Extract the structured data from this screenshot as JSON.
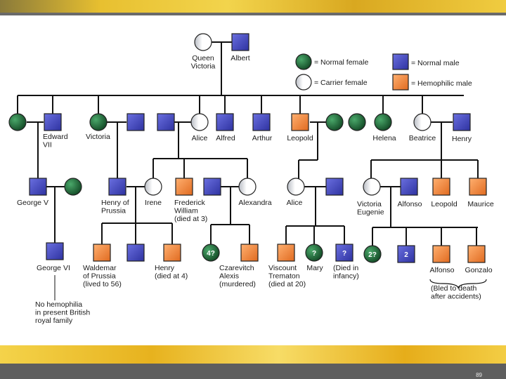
{
  "legend": {
    "normal_female": "= Normal female",
    "carrier_female": "= Carrier female",
    "normal_male": "= Normal male",
    "hemophilic_male": "= Hemophilic male"
  },
  "people": {
    "queen_victoria": "Queen\nVictoria",
    "albert": "Albert",
    "edward_vii": "Edward\nVII",
    "victoria": "Victoria",
    "alice": "Alice",
    "alfred": "Alfred",
    "arthur": "Arthur",
    "leopold": "Leopold",
    "helena": "Helena",
    "beatrice": "Beatrice",
    "henry": "Henry",
    "george_v": "George V",
    "henry_of_prussia": "Henry of\nPrussia",
    "irene": "Irene",
    "frederick_william": "Frederick\nWilliam\n(died at 3)",
    "alexandra": "Alexandra",
    "alice_g3": "Alice",
    "victoria_eugenie": "Victoria\nEugenie",
    "alfonso": "Alfonso",
    "leopold_g3": "Leopold",
    "maurice": "Maurice",
    "george_vi": "George VI",
    "waldemar": "Waldemar\nof Prussia\n(lived to 56)",
    "henry_g4": "Henry\n(died at 4)",
    "czarevitch_alexis": "Czarevitch\nAlexis\n(murdered)",
    "viscount_trematon": "Viscount\nTrematon\n(died at 20)",
    "mary": "Mary",
    "died_in_infancy": "(Died in\ninfancy)",
    "alfonso_g4": "Alfonso",
    "gonzalo": "Gonzalo"
  },
  "marks": {
    "q4": "4?",
    "q_mary": "?",
    "q_infant": "?",
    "q2_female": "2?",
    "two_males": "2"
  },
  "notes": {
    "no_hemophilia": "No hemophilia\nin present British\nroyal family",
    "bled_to_death": "(Bled to death\nafter accidents)"
  },
  "footer": {
    "page_number": "89"
  },
  "colors": {
    "normal_female": "#1f6b3c",
    "normal_male": "#4a4fc4",
    "hemophilic_male": "#f58a3c",
    "carrier_female": "#ffffff"
  }
}
